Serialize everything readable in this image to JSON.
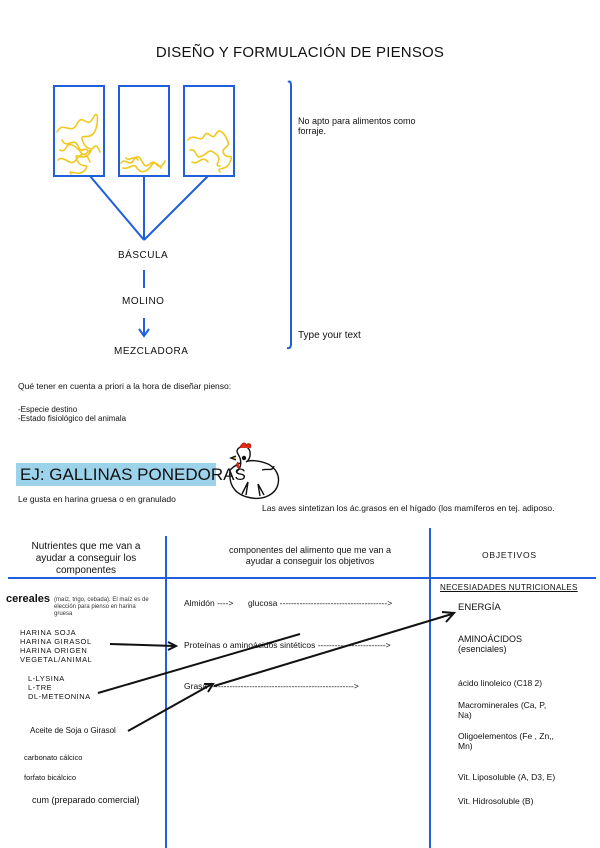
{
  "title": "DISEÑO Y FORMULACIÓN DE PIENSOS",
  "diagram": {
    "step1": "BÁSCULA",
    "step2": "MOLINO",
    "step3": "MEZCLADORA",
    "note_top": "No apto para alimentos como forraje.",
    "note_bottom": "Type your text"
  },
  "question": "Qué tener en cuenta a priori a la hora de diseñar pienso:",
  "considerations": [
    "-Especie destino",
    "-Estado fisiológico del animala"
  ],
  "section_title": "EJ: GALLINAS PONEDORAS",
  "gallinas_note": "Le gusta en harina gruesa o en granulado",
  "aves_note": "Las aves sintetizan los ác.grasos en el hígado (los mamíferos en tej. adiposo.",
  "table": {
    "col1_header": "Nutrientes que me van a ayudar a conseguir los componentes",
    "col2_header": "componentes del alimento que me van a ayudar a conseguir los objetivos",
    "col3_header": "OBJETIVOS",
    "cereales": "cereales",
    "cereales_note": "(maíz, trigo, cebada). El maíz es de elección para pienso en harina gruesa",
    "harinas": [
      "HARINA SOJA",
      "HARINA GIRASOL",
      "HARINA ORIGEN",
      "VEGETAL/ANIMAL"
    ],
    "aminoacidos_sinteticos": [
      "L-LYSINA",
      "L-TRE",
      "DL-METEONINA"
    ],
    "aceite": "Aceite de Soja o Girasol",
    "carbonato": "carbonato cálcico",
    "fosfato": "forfato bicálcico",
    "cum": "cum (preparado comercial)",
    "componentes": {
      "almidon": "Almidón ---->",
      "glucosa": "glucosa -------------------------------------->",
      "proteinas": "Proteínas o aminoácidos sintéticos ------------------------>",
      "grasa": "Grasa --------------------------------------------------->"
    },
    "objetivos_header": "NECESIADADES NUTRICIONALES",
    "objetivos": {
      "energia": "ENERGÍA",
      "aminoacidos": "AMINOÁCIDOS",
      "aminoacidos_sub": "(esenciales)",
      "linoleico": "ácido linoleico (C18 2)",
      "macro": "Macrominerales (Ca, P,",
      "macro2": "Na)",
      "oligo": "Oligoelementos (Fe , Zn,,",
      "oligo2": "Mn)",
      "vit_lipo": "Vit. Liposoluble (A, D3, E)",
      "vit_hidro": "Vit. Hidrosoluble (B)"
    }
  },
  "colors": {
    "blue": "#1f5fdc",
    "yellow": "#f2c81e",
    "highlight": "#9dd3ea"
  }
}
